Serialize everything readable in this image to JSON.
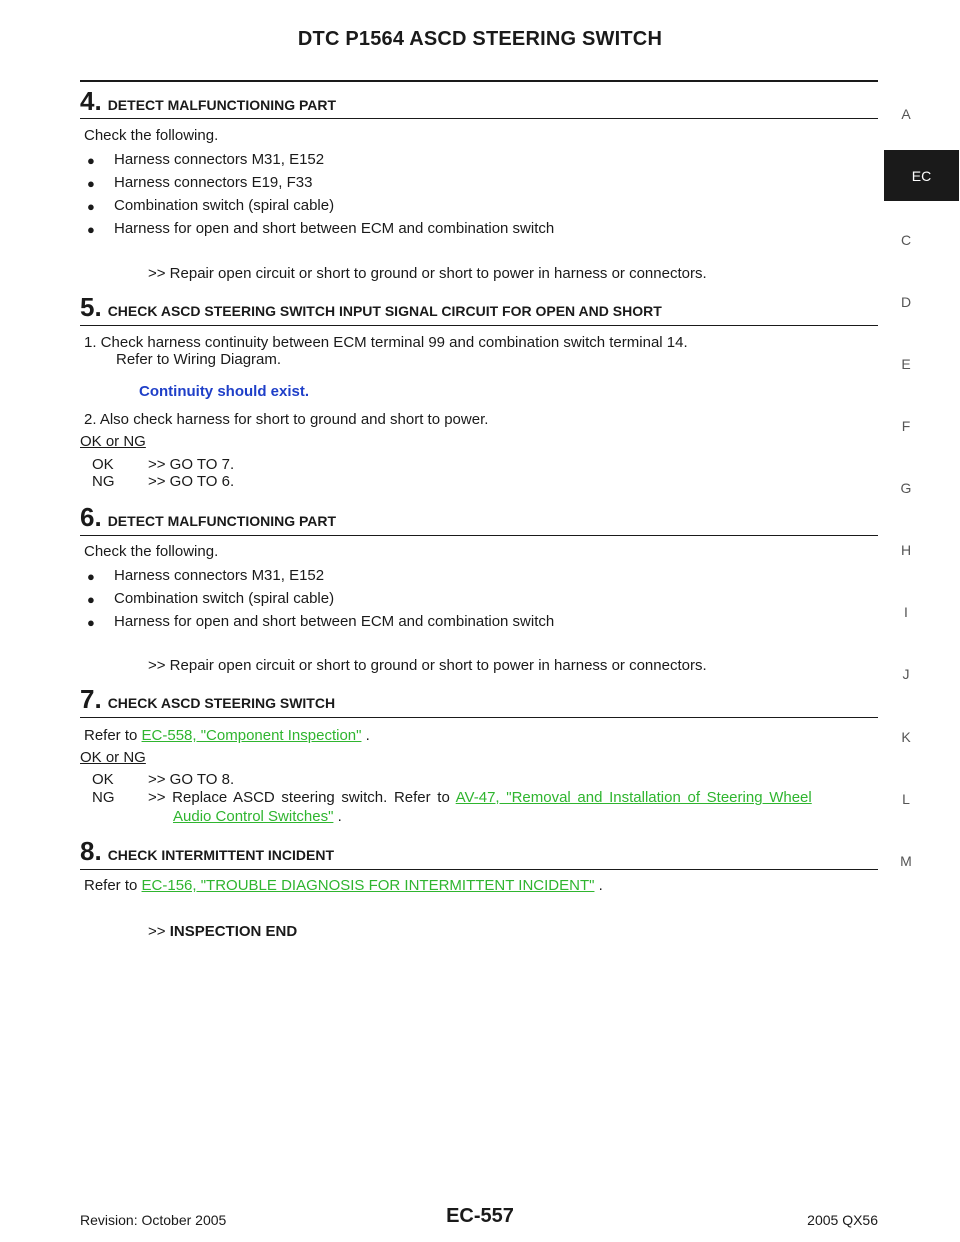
{
  "header": {
    "title": "DTC P1564 ASCD STEERING SWITCH"
  },
  "side_index": {
    "letters": [
      "A",
      "C",
      "D",
      "E",
      "F",
      "G",
      "H",
      "I",
      "J",
      "K",
      "L",
      "M"
    ],
    "active": "EC"
  },
  "step4": {
    "num": "4.",
    "title": "DETECT MALFUNCTIONING PART",
    "intro": "Check the following.",
    "items": [
      "Harness connectors M31, E152",
      "Harness connectors E19, F33",
      "Combination switch (spiral cable)",
      "Harness for open and short between ECM and combination switch"
    ],
    "result": ">> Repair open circuit or short to ground or short to power in harness or connectors."
  },
  "step5": {
    "num": "5.",
    "title": "CHECK ASCD STEERING SWITCH INPUT SIGNAL CIRCUIT FOR OPEN AND SHORT",
    "line1a": "1.  Check harness continuity between ECM terminal 99 and combination switch terminal 14.",
    "line1b": "Refer to Wiring Diagram.",
    "spec": "Continuity should exist.",
    "line2": "2.  Also check harness for short to ground and short to power.",
    "okng": "OK or NG",
    "ok_label": "OK",
    "ok_result": ">> GO TO 7.",
    "ng_label": "NG",
    "ng_result": ">> GO TO 6."
  },
  "step6": {
    "num": "6.",
    "title": "DETECT MALFUNCTIONING PART",
    "intro": "Check the following.",
    "items": [
      "Harness connectors M31, E152",
      "Combination switch (spiral cable)",
      "Harness for open and short between ECM and combination switch"
    ],
    "result": ">> Repair open circuit or short to ground or short to power in harness or connectors."
  },
  "step7": {
    "num": "7.",
    "title": "CHECK ASCD STEERING SWITCH",
    "refer_prefix": "Refer to ",
    "refer_link": "EC-558, \"Component Inspection\"",
    "refer_suffix": " .",
    "okng": "OK or NG",
    "ok_label": "OK",
    "ok_result": ">> GO TO 8.",
    "ng_label": "NG",
    "ng_prefix": ">> Replace ASCD steering switch. Refer to ",
    "ng_link_1": "AV-47, \"Removal and Installation of Steering Wheel",
    "ng_link_2": "Audio Control Switches\"",
    "ng_suffix": " ."
  },
  "step8": {
    "num": "8.",
    "title": "CHECK INTERMITTENT INCIDENT",
    "refer_prefix": "Refer to ",
    "refer_link": "EC-156, \"TROUBLE DIAGNOSIS FOR INTERMITTENT INCIDENT\"",
    "refer_suffix": " .",
    "end_prefix": ">> ",
    "end_text": "INSPECTION END"
  },
  "footer": {
    "revision": "Revision: October 2005",
    "page": "EC-557",
    "model": "2005 QX56"
  }
}
